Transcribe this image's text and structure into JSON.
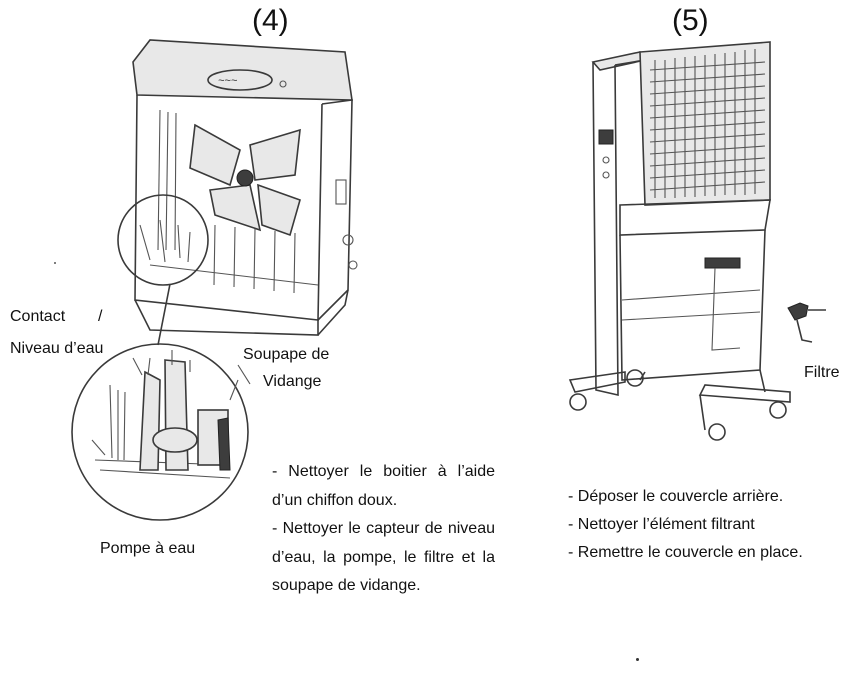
{
  "step4": {
    "number": "(4)",
    "label_contact": "Contact",
    "label_slash": "/",
    "label_niveau": "Niveau d’eau",
    "label_soupape": "Soupape de",
    "label_vidange": "Vidange",
    "label_pompe": "Pompe à eau",
    "instructions": [
      "- Nettoyer le boitier à l’aide d’un chiffon doux.",
      "- Nettoyer le capteur de niveau d’eau, la pompe, le filtre et la soupape de vidange."
    ]
  },
  "step5": {
    "number": "(5)",
    "label_filtre": "Filtre",
    "instructions": [
      "- Déposer le couvercle arrière.",
      "- Nettoyer l’élément filtrant",
      "- Remettre le couvercle en place."
    ]
  }
}
